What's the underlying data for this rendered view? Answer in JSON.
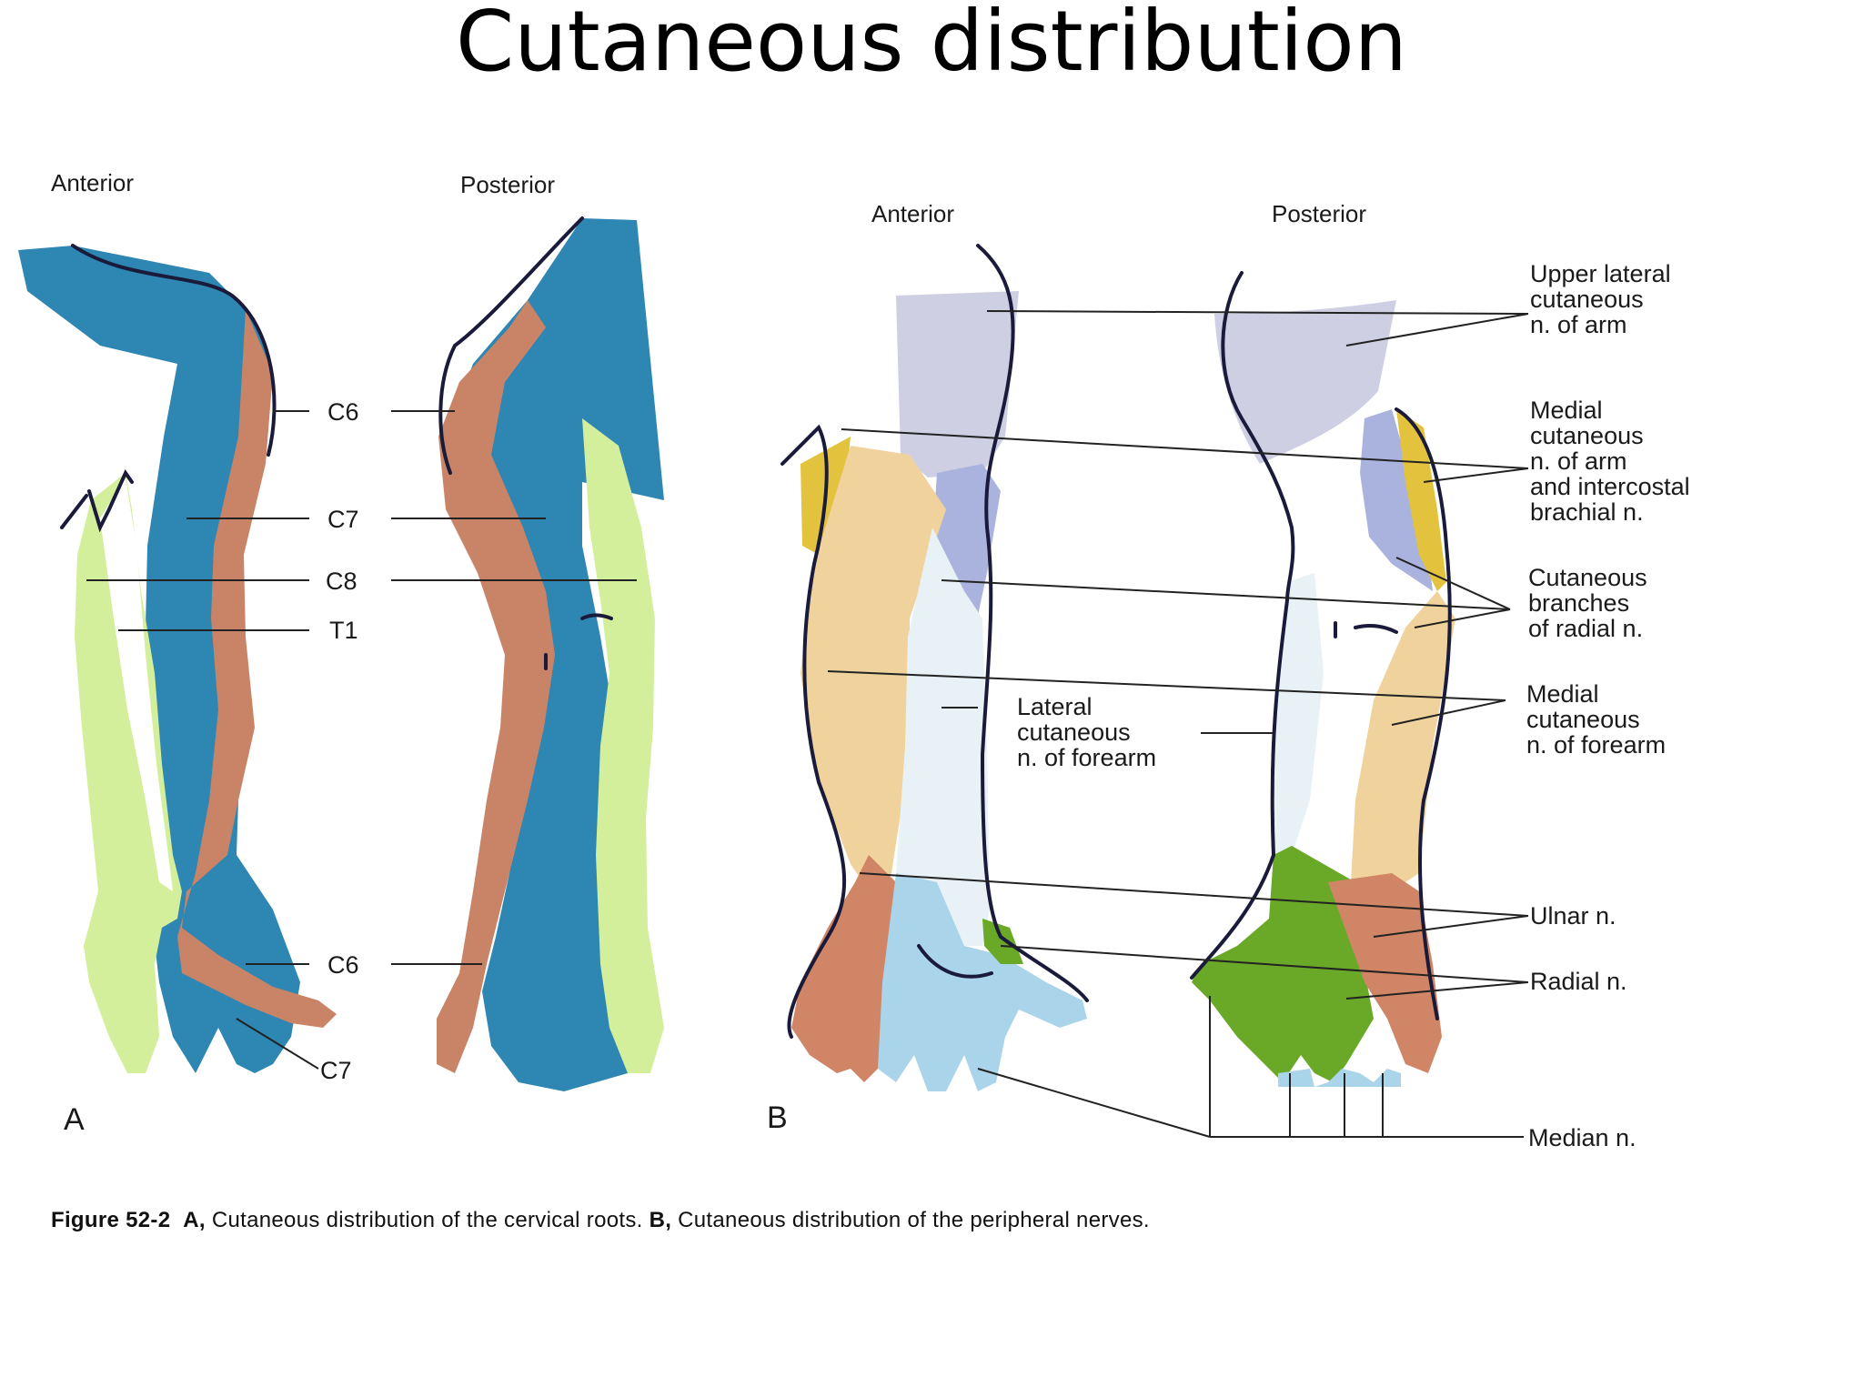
{
  "title": "Cutaneous distribution",
  "panel_a": {
    "letter": "A",
    "anterior_label": "Anterior",
    "posterior_label": "Posterior",
    "root_labels": {
      "c6_upper": "C6",
      "c7": "C7",
      "c8": "C8",
      "t1": "T1",
      "c6_hand": "C6",
      "c7_hand": "C7"
    }
  },
  "panel_b": {
    "letter": "B",
    "anterior_label": "Anterior",
    "posterior_label": "Posterior",
    "nerve_labels": {
      "upper_lateral": [
        "Upper lateral",
        "cutaneous",
        "n. of arm"
      ],
      "medial_arm": [
        "Medial",
        "cutaneous",
        "n. of arm",
        "and intercostal",
        "brachial n."
      ],
      "radial_branches": [
        "Cutaneous",
        "branches",
        "of radial n."
      ],
      "medial_forearm": [
        "Medial",
        "cutaneous",
        "n. of forearm"
      ],
      "lateral_forearm": [
        "Lateral",
        "cutaneous",
        "n. of forearm"
      ],
      "ulnar": "Ulnar n.",
      "radial": "Radial n.",
      "median": "Median n."
    }
  },
  "caption": {
    "figure": "Figure 52-2",
    "a_label": "A,",
    "a_text": "Cutaneous distribution of the cervical roots.",
    "b_label": "B,",
    "b_text": "Cutaneous distribution of the peripheral nerves."
  },
  "colors": {
    "c6": "#c98468",
    "c7": "#2e86b3",
    "c8": "#d3ef9b",
    "t1": "#ffffff",
    "upper_lateral": "#cfcfe3",
    "medial_arm": "#a9b3dd",
    "radial_branch": "#e3c33d",
    "medial_forearm": "#f0d29c",
    "lateral_forearm": "#e8f2f6",
    "ulnar": "#cf8566",
    "radial": "#6aa827",
    "median": "#a9d4e9"
  }
}
